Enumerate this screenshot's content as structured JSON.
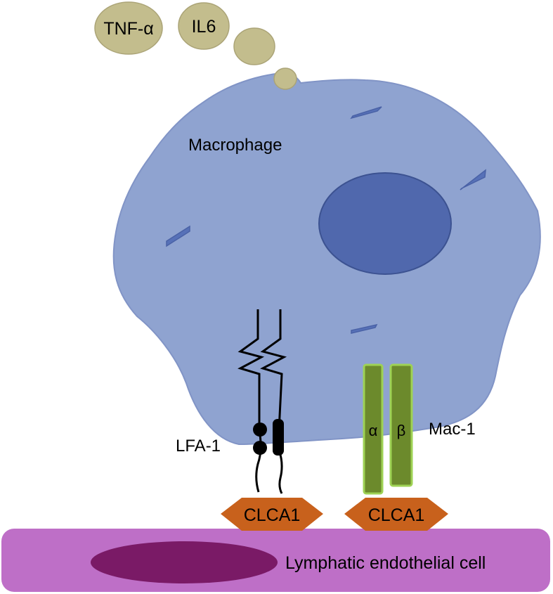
{
  "labels": {
    "tnf": "TNF-α",
    "il6": "IL6",
    "macrophage": "Macrophage",
    "lfa1": "LFA-1",
    "mac1": "Mac-1",
    "alpha": "α",
    "beta": "β",
    "clca1_left": "CLCA1",
    "clca1_right": "CLCA1",
    "endothelial": "Lymphatic endothelial cell"
  },
  "colors": {
    "macrophage_body": "#8fa3d0",
    "macrophage_outline": "#8194c6",
    "nucleus": "#5068ad",
    "nucleus_outline": "#3c5291",
    "organelle": "#5771b8",
    "cytokine": "#c3bd8d",
    "cytokine_outline": "#aba477",
    "integrin_fill": "#6c8a2c",
    "integrin_outline": "#9ed254",
    "clca1": "#c8611c",
    "endothelial_cell": "#be6fc7",
    "endothelial_nucleus": "#7a1a66",
    "lfa1_line": "#000000"
  }
}
